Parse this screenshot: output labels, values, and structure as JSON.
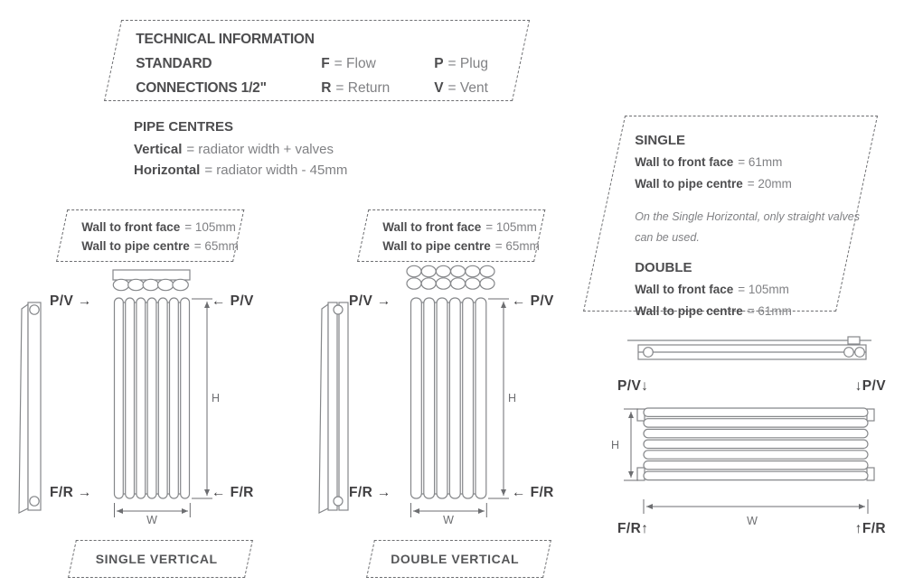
{
  "colors": {
    "primary_text": "#4d4d4f",
    "secondary_text": "#808184",
    "line": "#85878a"
  },
  "tech_info": {
    "title": "TECHNICAL INFORMATION",
    "rows": [
      {
        "label": "STANDARD",
        "k1": "F",
        "v1": "= Flow",
        "k2": "P",
        "v2": "= Plug"
      },
      {
        "label": "CONNECTIONS 1/2\"",
        "k1": "R",
        "v1": "= Return",
        "k2": "V",
        "v2": "= Vent"
      }
    ]
  },
  "pipe_centres": {
    "title": "PIPE CENTRES",
    "rows": [
      {
        "key": "Vertical",
        "value": "= radiator width + valves"
      },
      {
        "key": "Horizontal",
        "value": "= radiator width - 45mm"
      }
    ]
  },
  "wall_box_single_vertical": {
    "rows": [
      {
        "key": "Wall to front face",
        "value": "= 105mm"
      },
      {
        "key": "Wall to pipe centre",
        "value": "= 65mm"
      }
    ]
  },
  "wall_box_double_vertical": {
    "rows": [
      {
        "key": "Wall to front face",
        "value": "= 105mm"
      },
      {
        "key": "Wall to pipe centre",
        "value": "= 65mm"
      }
    ]
  },
  "horizontal_info_box": {
    "single_title": "SINGLE",
    "single_rows": [
      {
        "key": "Wall to front face",
        "value": "= 61mm"
      },
      {
        "key": "Wall to pipe centre",
        "value": "= 20mm"
      }
    ],
    "note": "On the Single Horizontal, only straight valves can be used.",
    "double_title": "DOUBLE",
    "double_rows": [
      {
        "key": "Wall to front face",
        "value": "= 105mm"
      },
      {
        "key": "Wall to pipe centre",
        "value": "= 61mm"
      }
    ]
  },
  "single_vertical": {
    "caption": "SINGLE VERTICAL",
    "pv_left": "P/V →",
    "pv_right": "← P/V",
    "fr_left": "F/R →",
    "fr_right": "← F/R",
    "height_label": "H",
    "width_label": "W"
  },
  "double_vertical": {
    "caption": "DOUBLE VERTICAL",
    "pv_left": "P/V →",
    "pv_right": "← P/V",
    "fr_left": "F/R →",
    "fr_right": "← F/R",
    "height_label": "H",
    "width_label": "W"
  },
  "horizontal": {
    "pv_left": "P/V↓",
    "pv_right": "↓P/V",
    "fr_left": "F/R↑",
    "fr_right": "↑F/R",
    "height_label": "H",
    "width_label": "W"
  }
}
